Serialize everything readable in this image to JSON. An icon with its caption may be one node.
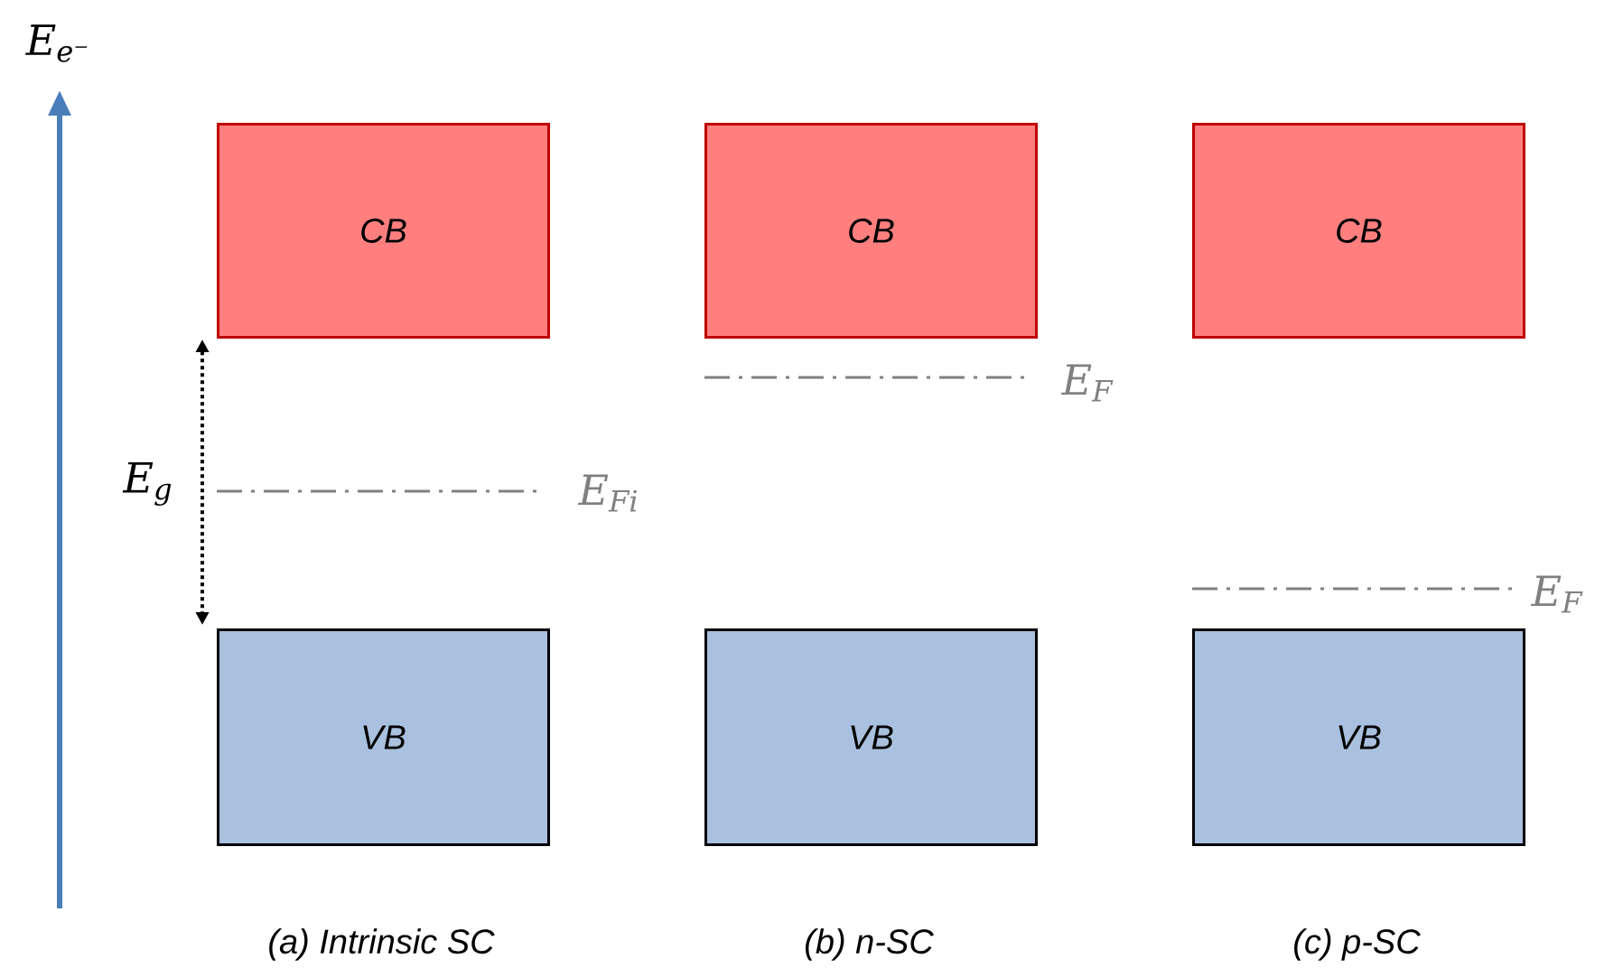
{
  "diagram": {
    "nodes": [
      {
        "text": [
          "CB"
        ]
      },
      {
        "text": [
          "CB"
        ]
      },
      {
        "text": [
          "CB"
        ]
      },
      {
        "text": [
          "VB"
        ]
      },
      {
        "text": [
          "VB"
        ]
      },
      {
        "text": [
          "VB"
        ]
      }
    ],
    "labels": [
      "E$_{e⁻}$",
      "E$_{F}$",
      "E$_{g}$",
      "E$_{Fi}$",
      "E$_{F}$",
      "(a) Intrinsic SC",
      "(b) n-SC",
      "(c) p-SC"
    ]
  }
}
